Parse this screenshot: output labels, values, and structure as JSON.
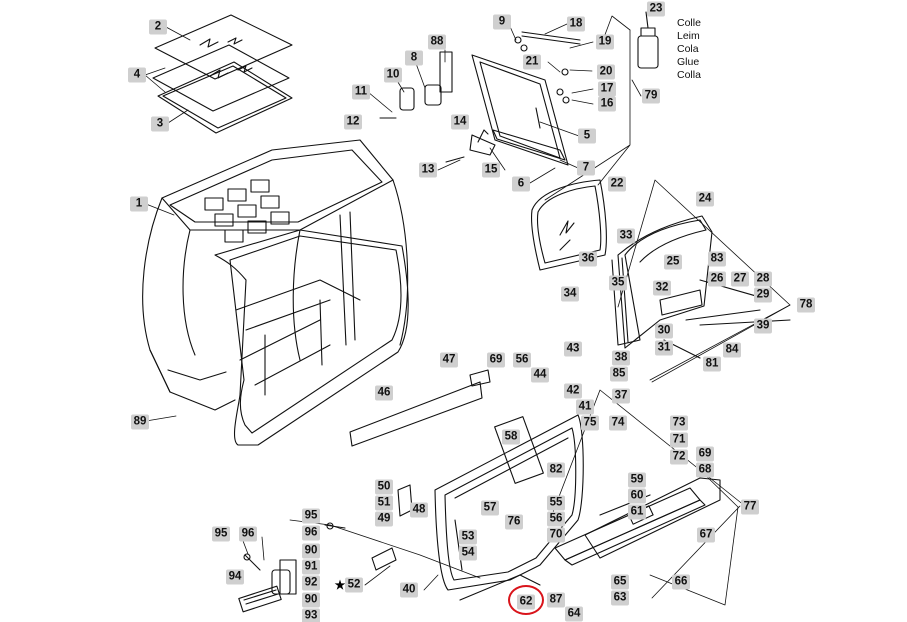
{
  "labels": {
    "l2": "2",
    "l4": "4",
    "l3": "3",
    "l1": "1",
    "l89": "89",
    "l9": "9",
    "l18": "18",
    "l88": "88",
    "l19": "19",
    "l8": "8",
    "l10": "10",
    "l21": "21",
    "l20": "20",
    "l17": "17",
    "l16": "16",
    "l79": "79",
    "l11": "11",
    "l12": "12",
    "l14": "14",
    "l5": "5",
    "l13": "13",
    "l15": "15",
    "l7": "7",
    "l6": "6",
    "l23": "23",
    "l22": "22",
    "l24": "24",
    "l33": "33",
    "l36": "36",
    "l35": "35",
    "l34": "34",
    "l83": "83",
    "l25": "25",
    "l26": "26",
    "l27": "27",
    "l28": "28",
    "l32": "32",
    "l29": "29",
    "l78": "78",
    "l30": "30",
    "l39": "39",
    "l31": "31",
    "l38": "38",
    "l84": "84",
    "l81": "81",
    "l85": "85",
    "l37": "37",
    "l47": "47",
    "l69a": "69",
    "l56a": "56",
    "l43": "43",
    "l44": "44",
    "l42": "42",
    "l46": "46",
    "l41": "41",
    "l74": "74",
    "l73": "73",
    "l58": "58",
    "l75": "75",
    "l71": "71",
    "l72": "72",
    "l82": "82",
    "l69b": "69",
    "l68": "68",
    "l59": "59",
    "l50": "50",
    "l51": "51",
    "l48": "48",
    "l55": "55",
    "l60": "60",
    "l57": "57",
    "l49": "49",
    "l76": "76",
    "l61": "61",
    "l56b": "56",
    "l77": "77",
    "l67": "67",
    "l70": "70",
    "l53": "53",
    "l54": "54",
    "l95a": "95",
    "l96a": "96",
    "l95b": "95",
    "l96b": "96",
    "l90a": "90",
    "l91": "91",
    "l92": "92",
    "l94": "94",
    "l52": "52",
    "l40": "40",
    "l90b": "90",
    "l93": "93",
    "l65": "65",
    "l66": "66",
    "l62": "62",
    "l87": "87",
    "l63": "63",
    "l64": "64"
  },
  "glue_text": [
    "Colle",
    "Leim",
    "Cola",
    "Glue",
    "Colla"
  ],
  "star_symbol": "★",
  "highlight_color": "#d9141b"
}
